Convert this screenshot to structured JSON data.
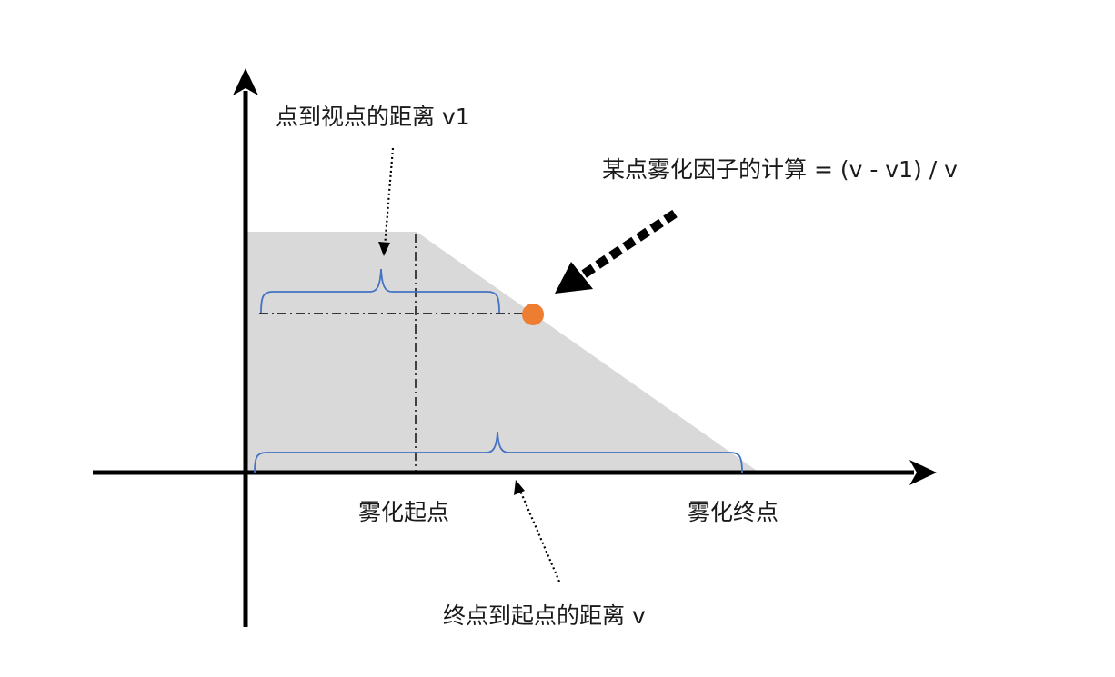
{
  "labels": {
    "v1_label": "点到视点的距离 v1",
    "formula_label": "某点雾化因子的计算 = (v - v1) / v",
    "fog_start": "雾化起点",
    "fog_end": "雾化终点",
    "v_label": "终点到起点的距离 v"
  },
  "colors": {
    "fog_region": "#d9d9d9",
    "axis": "#000000",
    "brace": "#4472c4",
    "point": "#ed7d31"
  }
}
